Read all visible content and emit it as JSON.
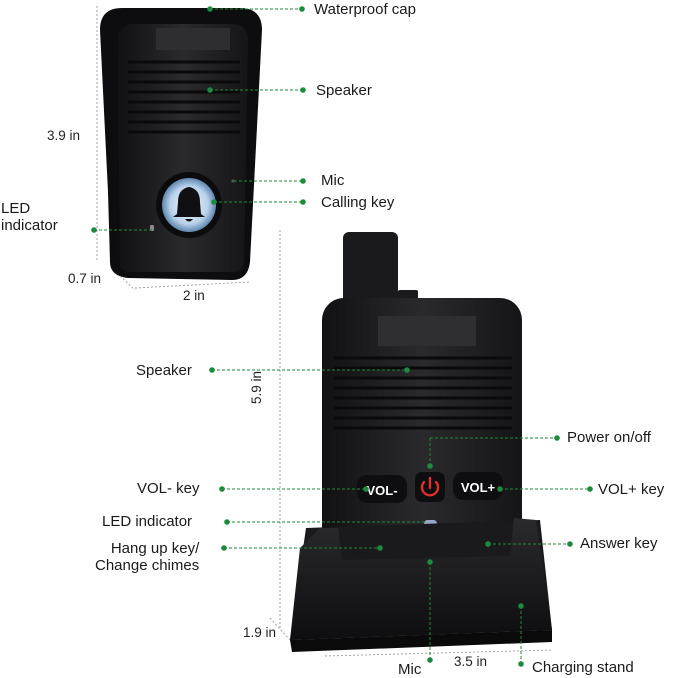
{
  "callouts": {
    "waterproof_cap": "Waterproof cap",
    "speaker_outdoor": "Speaker",
    "mic_outdoor": "Mic",
    "calling_key": "Calling key",
    "led_indicator_outdoor": "LED\nindicator",
    "speaker_receiver": "Speaker",
    "power_onoff": "Power on/off",
    "vol_minus_key": "VOL- key",
    "vol_plus_key": "VOL+ key",
    "led_indicator_receiver": "LED indicator",
    "hangup_key": "Hang up key/\nChange chimes",
    "answer_key": "Answer key",
    "mic_receiver": "Mic",
    "charging_stand": "Charging stand"
  },
  "dimensions": {
    "outdoor_height": "3.9 in",
    "outdoor_depth": "0.7 in",
    "outdoor_width": "2 in",
    "receiver_height": "5.9 in",
    "stand_height": "1.9 in",
    "stand_width": "3.5 in"
  },
  "buttons": {
    "vol_minus": "VOL-",
    "vol_plus": "VOL+"
  },
  "colors": {
    "dot": "#1e8a3c",
    "device_black": "#1b1b1d",
    "power_red": "#e0302a",
    "hangup_red": "#e1322b",
    "answer_green": "#3bbd4a"
  }
}
